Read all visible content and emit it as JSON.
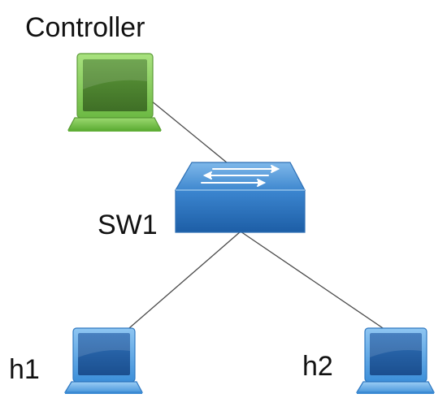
{
  "diagram": {
    "nodes": {
      "controller": {
        "label": "Controller",
        "icon": "laptop-icon",
        "color": "#7cc855"
      },
      "switch": {
        "label": "SW1",
        "icon": "network-switch-icon",
        "color": "#2f7fc9"
      },
      "h1": {
        "label": "h1",
        "icon": "laptop-icon",
        "color": "#2f86d6"
      },
      "h2": {
        "label": "h2",
        "icon": "laptop-icon",
        "color": "#2f86d6"
      }
    },
    "links": [
      {
        "from": "controller",
        "to": "switch"
      },
      {
        "from": "switch",
        "to": "h1"
      },
      {
        "from": "switch",
        "to": "h2"
      }
    ]
  }
}
